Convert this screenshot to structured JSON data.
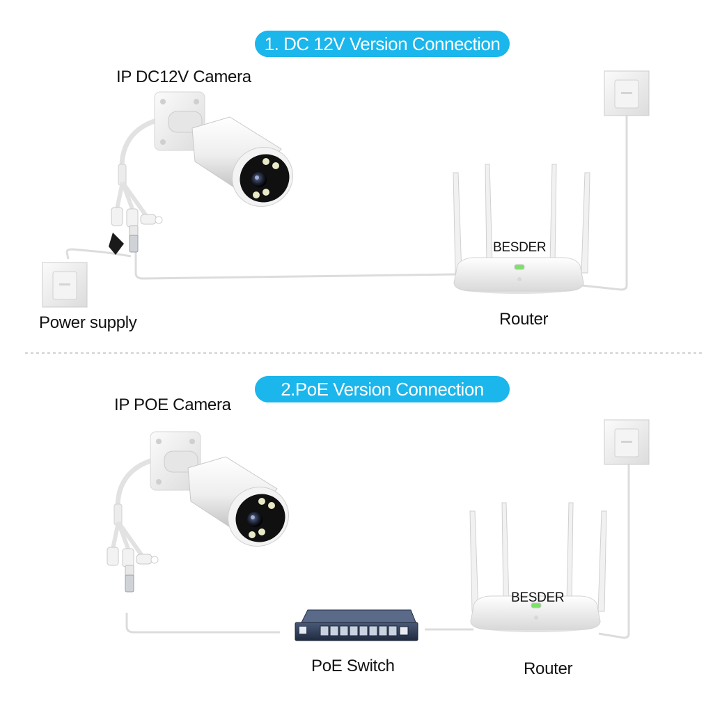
{
  "section1": {
    "banner": "1. DC 12V Version Connection",
    "camera_label": "IP DC12V  Camera",
    "power_label": "Power supply",
    "router_brand": "BESDER",
    "router_label": "Router"
  },
  "section2": {
    "banner": "2.PoE Version Connection",
    "camera_label": "IP POE Camera",
    "switch_label": "PoE Switch",
    "router_brand": "BESDER",
    "router_label": "Router"
  },
  "colors": {
    "banner": "#1ab6ec",
    "cable": "#d8d8d8",
    "device_white": "#f4f4f4",
    "camera_face": "#111111",
    "switch_port": "#3b4b66",
    "router_led": "#7ee06a"
  }
}
